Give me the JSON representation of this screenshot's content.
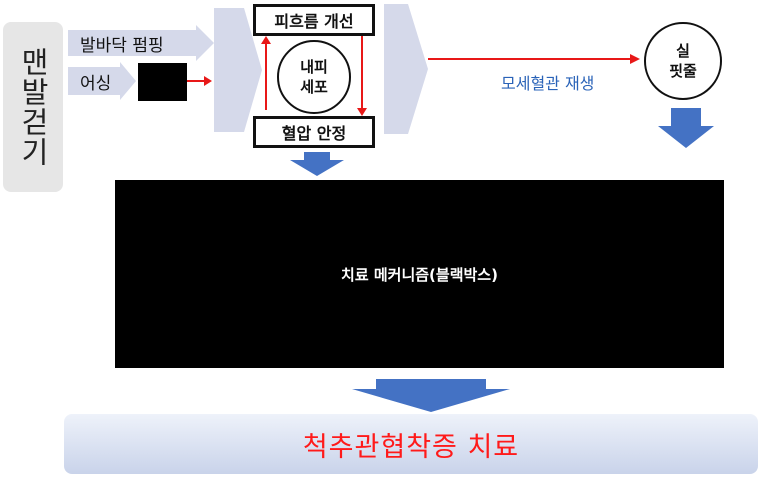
{
  "side_label": "맨발걷기",
  "inputs": {
    "foot_pumping": "발바닥 펌핑",
    "earthing": "어싱"
  },
  "center": {
    "blood_flow": "피흐름 개선",
    "endothelial_cell": "내피\n세포",
    "blood_pressure": "혈압 안정"
  },
  "capillary_regeneration": "모세혈관 재생",
  "real_rootlet": "실\n핏줄",
  "mechanism": "치료 메커니즘(블랙박스)",
  "result": "척추관협착증 치료",
  "colors": {
    "chevron": "#d5d9ea",
    "red_arrow": "#e81818",
    "blue_arrow": "#4472c4",
    "result_text": "#ff1a1a",
    "caption_blue": "#2a63b8"
  }
}
